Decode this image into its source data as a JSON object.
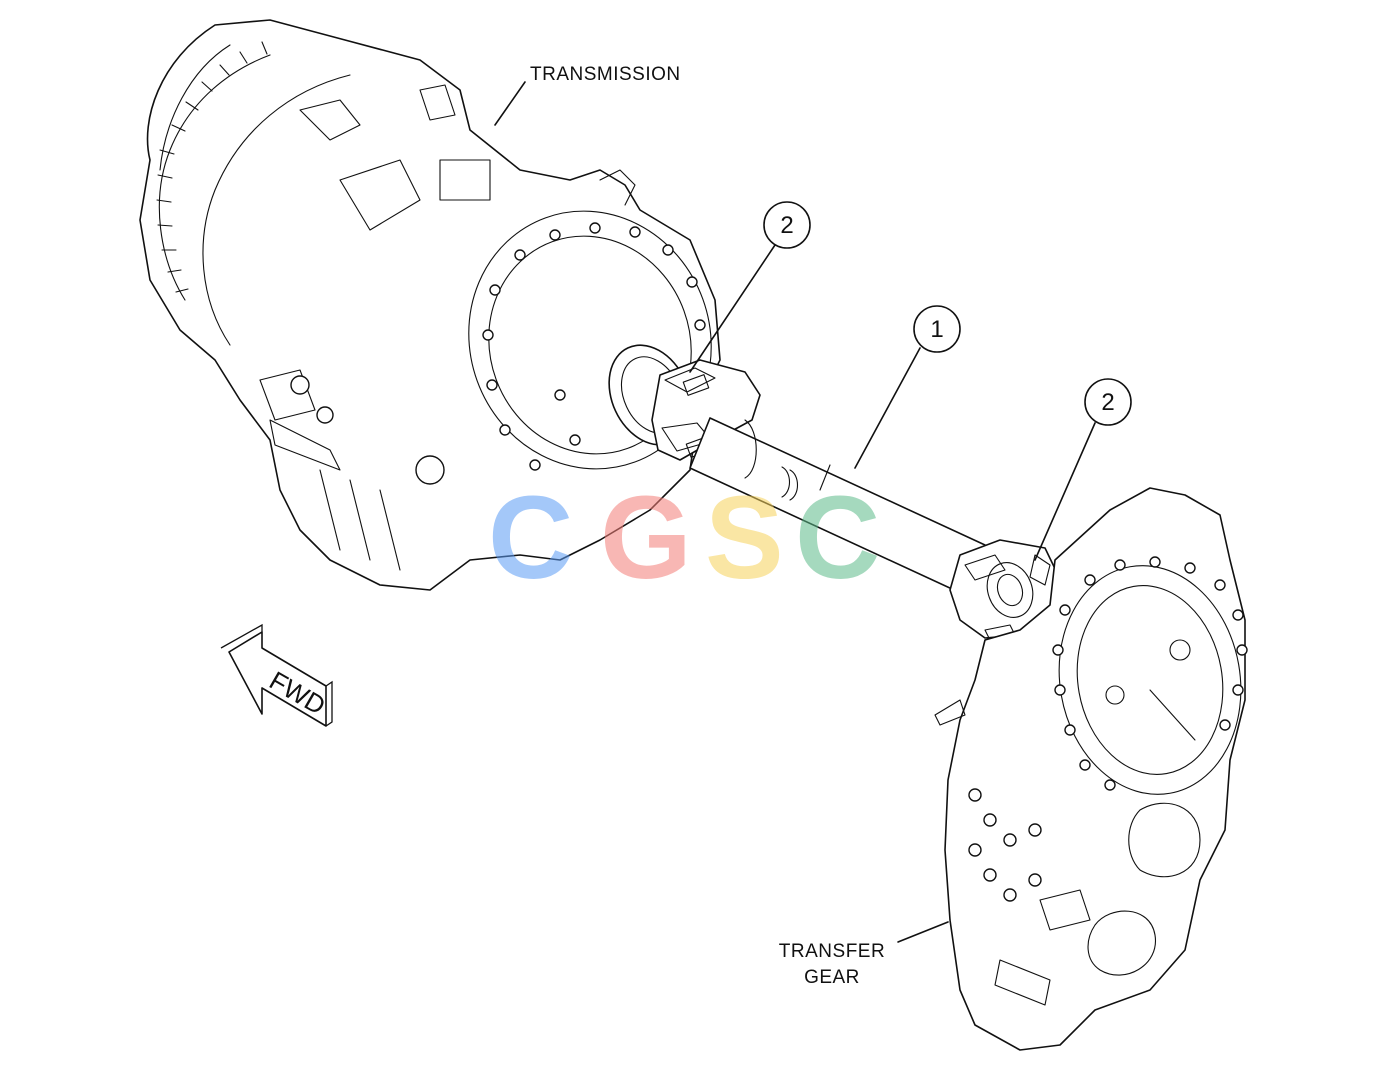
{
  "labels": {
    "transmission": "TRANSMISSION",
    "transfer_line1": "TRANSFER",
    "transfer_line2": "GEAR",
    "fwd": "FWD"
  },
  "callouts": [
    {
      "id": "callout-2-upper",
      "number": "2"
    },
    {
      "id": "callout-1",
      "number": "1"
    },
    {
      "id": "callout-2-lower",
      "number": "2"
    }
  ],
  "watermark": {
    "letters": [
      "C",
      "G",
      "S",
      "C"
    ],
    "colors": [
      "#5b9cf5",
      "#f47e78",
      "#f7d25a",
      "#5dbb8a"
    ]
  },
  "colors": {
    "ink": "#111111",
    "background": "#ffffff"
  }
}
